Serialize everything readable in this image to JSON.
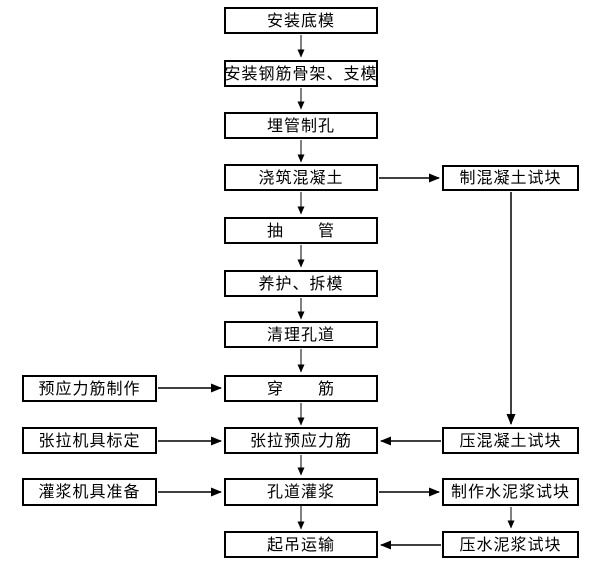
{
  "page": {
    "background_color": "#ffffff",
    "line_color": "#000000",
    "box_border_color": "#000000",
    "text_color": "#000000"
  },
  "diagram": {
    "type": "flowchart",
    "main_flow": [
      {
        "label": "安装底模"
      },
      {
        "label": "安装钢筋骨架、支模"
      },
      {
        "label": "埋管制孔"
      },
      {
        "label": "浇筑混凝土"
      },
      {
        "label": "抽　　管"
      },
      {
        "label": "养护、拆模"
      },
      {
        "label": "清理孔道"
      },
      {
        "label": "穿　　筋"
      },
      {
        "label": "张拉预应力筋"
      },
      {
        "label": "孔道灌浆"
      },
      {
        "label": "起吊运输"
      }
    ],
    "side_left": [
      {
        "label": "预应力筋制作"
      },
      {
        "label": "张拉机具标定"
      },
      {
        "label": "灌浆机具准备"
      }
    ],
    "side_right": [
      {
        "label": "制混凝土试块"
      },
      {
        "label": "压混凝土试块"
      },
      {
        "label": "制作水泥浆试块"
      },
      {
        "label": "压水泥浆试块"
      }
    ],
    "edges": [
      {
        "from": "安装底模",
        "to": "安装钢筋骨架、支模"
      },
      {
        "from": "安装钢筋骨架、支模",
        "to": "埋管制孔"
      },
      {
        "from": "埋管制孔",
        "to": "浇筑混凝土"
      },
      {
        "from": "浇筑混凝土",
        "to": "抽管"
      },
      {
        "from": "浇筑混凝土",
        "to": "制混凝土试块"
      },
      {
        "from": "制混凝土试块",
        "to": "压混凝土试块"
      },
      {
        "from": "压混凝土试块",
        "to": "张拉预应力筋"
      },
      {
        "from": "抽管",
        "to": "养护、拆模"
      },
      {
        "from": "养护、拆模",
        "to": "清理孔道"
      },
      {
        "from": "清理孔道",
        "to": "穿筋"
      },
      {
        "from": "预应力筋制作",
        "to": "穿筋"
      },
      {
        "from": "穿筋",
        "to": "张拉预应力筋"
      },
      {
        "from": "张拉机具标定",
        "to": "张拉预应力筋"
      },
      {
        "from": "张拉预应力筋",
        "to": "孔道灌浆"
      },
      {
        "from": "灌浆机具准备",
        "to": "孔道灌浆"
      },
      {
        "from": "孔道灌浆",
        "to": "制作水泥浆试块"
      },
      {
        "from": "制作水泥浆试块",
        "to": "压水泥浆试块"
      },
      {
        "from": "孔道灌浆",
        "to": "起吊运输"
      },
      {
        "from": "压水泥浆试块",
        "to": "起吊运输"
      }
    ]
  }
}
